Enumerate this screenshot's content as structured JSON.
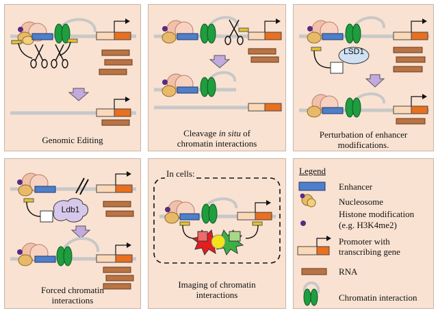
{
  "panels": {
    "p1": {
      "caption": "Genomic Editing"
    },
    "p2": {
      "caption_line1_pre": "Cleavage ",
      "caption_line1_italic": "in situ",
      "caption_line1_post": " of",
      "caption_line2": "chromatin interactions"
    },
    "p3": {
      "caption_line1": "Perturbation of enhancer",
      "caption_line2": "modifications.",
      "protein_label": "LSD1"
    },
    "p4": {
      "caption_line1": "Forced chromatin",
      "caption_line2": "interactions",
      "protein_label": "Ldb1"
    },
    "p5": {
      "in_cells_label": "In cells:",
      "caption_line1": "Imaging of chromatin",
      "caption_line2": "interactions"
    }
  },
  "legend": {
    "title": "Legend",
    "enhancer": "Enhancer",
    "nucleosome": "Nucleosome",
    "histone_line1": "Histone modification",
    "histone_line2": "(e.g. H3K4me2)",
    "promoter_line1": "Promoter with",
    "promoter_line2": "transcribing gene",
    "rna": "RNA",
    "interaction": "Chromatin interaction"
  },
  "colors": {
    "panel_bg": "#f9e2d2",
    "enhancer": "#4f7fc9",
    "promoter_light": "#fbd8b8",
    "gene": "#e8701f",
    "rna": "#b87445",
    "protein": "#1f9d3f",
    "nucleosome": "#e8b96a",
    "histone_mark": "#5a2a82",
    "dna": "#c8c8c8"
  }
}
